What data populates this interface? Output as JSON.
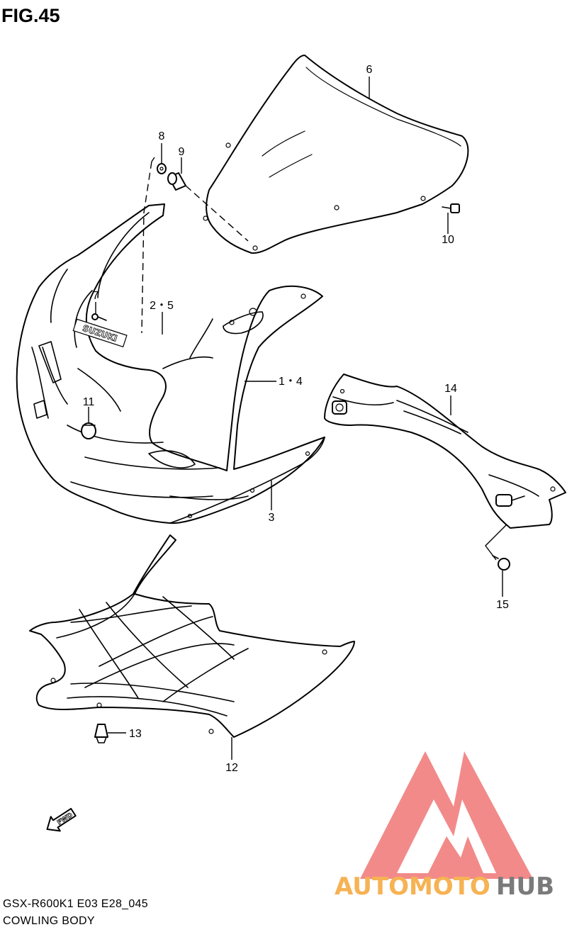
{
  "figure": {
    "title": "FIG.45",
    "model_code": "GSX-R600K1 E03 E28_045",
    "caption": "COWLING BODY"
  },
  "callouts": {
    "p1_4": "1・4",
    "p2_5": "2・5",
    "p3": "3",
    "p6": "6",
    "p7": "7",
    "p8": "8",
    "p9": "9",
    "p10": "10",
    "p11": "11",
    "p12": "12",
    "p13": "13",
    "p14": "14",
    "p15": "15"
  },
  "part_markings": {
    "brand": "SUZUKI",
    "fwd": "FWD"
  },
  "watermark": {
    "part1": "AUTOMOTO",
    "part2": "HUB",
    "color_primary": "#f28a8a",
    "color_text1": "#f6b253",
    "color_text2": "#7a7a7a"
  }
}
